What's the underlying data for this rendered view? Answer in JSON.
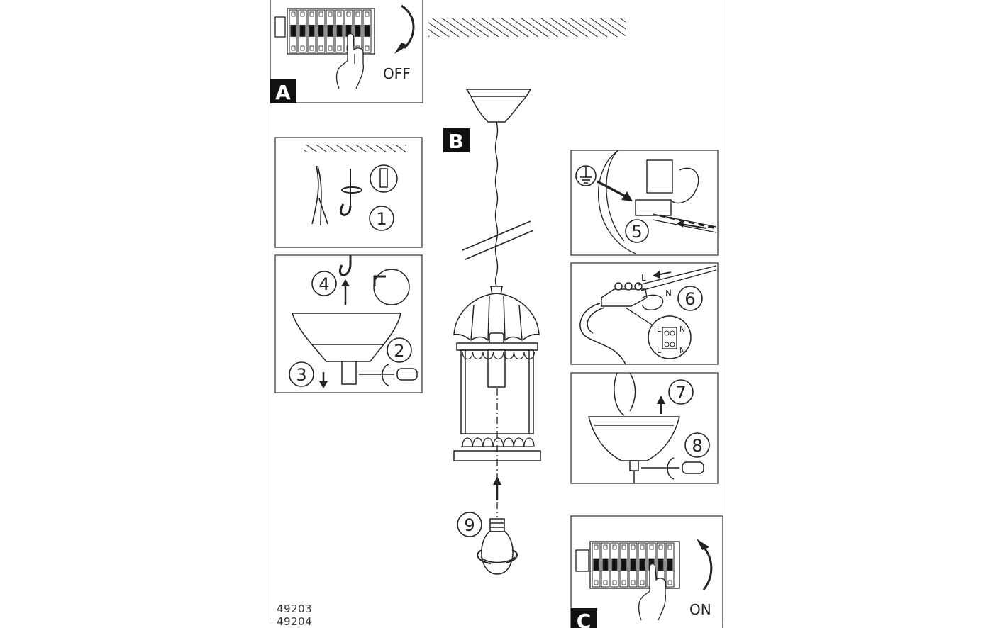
{
  "panels": {
    "a": {
      "letter": "A",
      "switch_label": "OFF"
    },
    "b": {
      "letter": "B"
    },
    "c": {
      "letter": "C",
      "switch_label": "ON"
    }
  },
  "steps": [
    "1",
    "2",
    "3",
    "4",
    "5",
    "6",
    "7",
    "8",
    "9"
  ],
  "terminal_labels": {
    "live": "L",
    "neutral": "N"
  },
  "part_numbers": [
    "49203",
    "49204"
  ],
  "colors": {
    "line": "#222222",
    "panel_border": "#555555",
    "frame": "#777777"
  }
}
